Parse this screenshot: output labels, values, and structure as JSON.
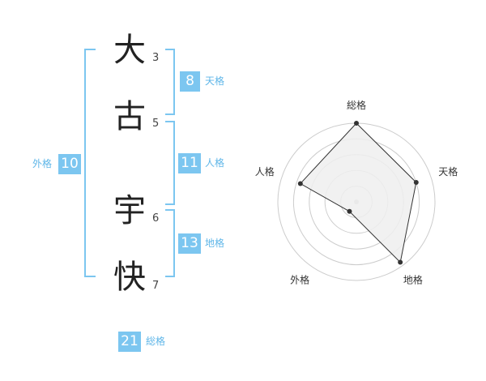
{
  "name_chars": [
    {
      "char": "大",
      "strokes": "3"
    },
    {
      "char": "古",
      "strokes": "5"
    },
    {
      "char": "宇",
      "strokes": "6"
    },
    {
      "char": "快",
      "strokes": "7"
    }
  ],
  "kakaku": {
    "tenkaku": {
      "value": "8",
      "label": "天格"
    },
    "jinkaku": {
      "value": "11",
      "label": "人格"
    },
    "chikaku": {
      "value": "13",
      "label": "地格"
    },
    "gaikaku": {
      "value": "10",
      "label": "外格"
    },
    "soukaku": {
      "value": "21",
      "label": "総格"
    }
  },
  "radar": {
    "axes": [
      "総格",
      "天格",
      "地格",
      "外格",
      "人格"
    ],
    "values": [
      1.0,
      0.8,
      0.95,
      0.15,
      0.75
    ],
    "colors": {
      "fill": "#eeeeee",
      "stroke": "#333333",
      "ring": "#cccccc",
      "center": "#c8c8c8"
    }
  }
}
